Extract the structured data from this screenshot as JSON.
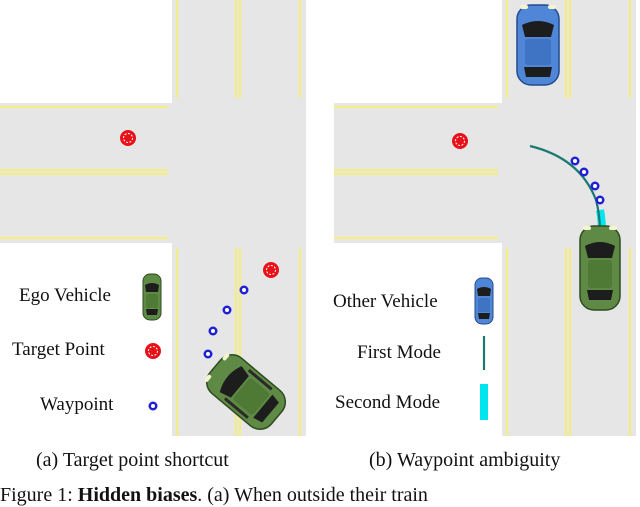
{
  "panel_a": {
    "legend": {
      "ego_vehicle": "Ego Vehicle",
      "target_point": "Target Point",
      "waypoint": "Waypoint"
    },
    "caption": "(a) Target point shortcut"
  },
  "panel_b": {
    "legend": {
      "other_vehicle": "Other Vehicle",
      "first_mode": "First Mode",
      "second_mode": "Second Mode"
    },
    "caption": "(b) Waypoint ambiguity"
  },
  "figure_caption": {
    "prefix": "Figure 1: ",
    "bold": "Hidden biases",
    "rest": ". (a) When outside their train"
  },
  "colors": {
    "road": "#e6e6e6",
    "lane_yellow": "#f2ec8f",
    "target_red": "#e8111a",
    "waypoint_blue": "#1f1fd6",
    "ego_green": "#5f8a45",
    "other_blue": "#4f86d8",
    "first_mode": "#1a7a73",
    "second_mode": "#00e5ee"
  }
}
